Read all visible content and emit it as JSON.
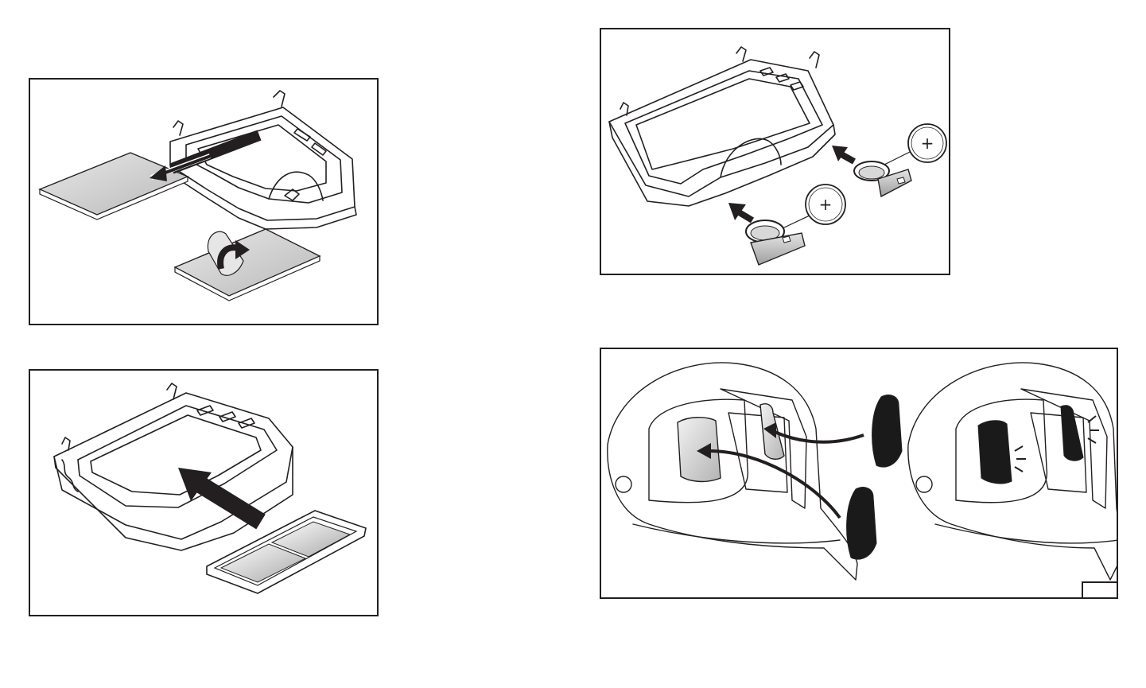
{
  "colors": {
    "line": "#231f20",
    "background": "#ffffff",
    "shade": "#cfcfcf",
    "dark_fill": "#1a1a1a"
  },
  "panels": [
    {
      "id": "p1",
      "icons": [
        "cassette-frame-icon",
        "protective-plate-icon",
        "peel-film-icon",
        "arrow-icon"
      ]
    },
    {
      "id": "p2",
      "icons": [
        "cassette-frame-icon",
        "welding-filter-icon",
        "arrow-icon"
      ]
    },
    {
      "id": "p3",
      "icons": [
        "cassette-frame-icon",
        "battery-holder-icon",
        "coin-battery-icon",
        "arrow-icon"
      ],
      "battery_symbols": [
        "+",
        "+"
      ]
    },
    {
      "id": "p4",
      "icons": [
        "helmet-icon",
        "side-window-icon",
        "arrow-icon",
        "click-mark-icon"
      ],
      "figure_label": ""
    }
  ]
}
